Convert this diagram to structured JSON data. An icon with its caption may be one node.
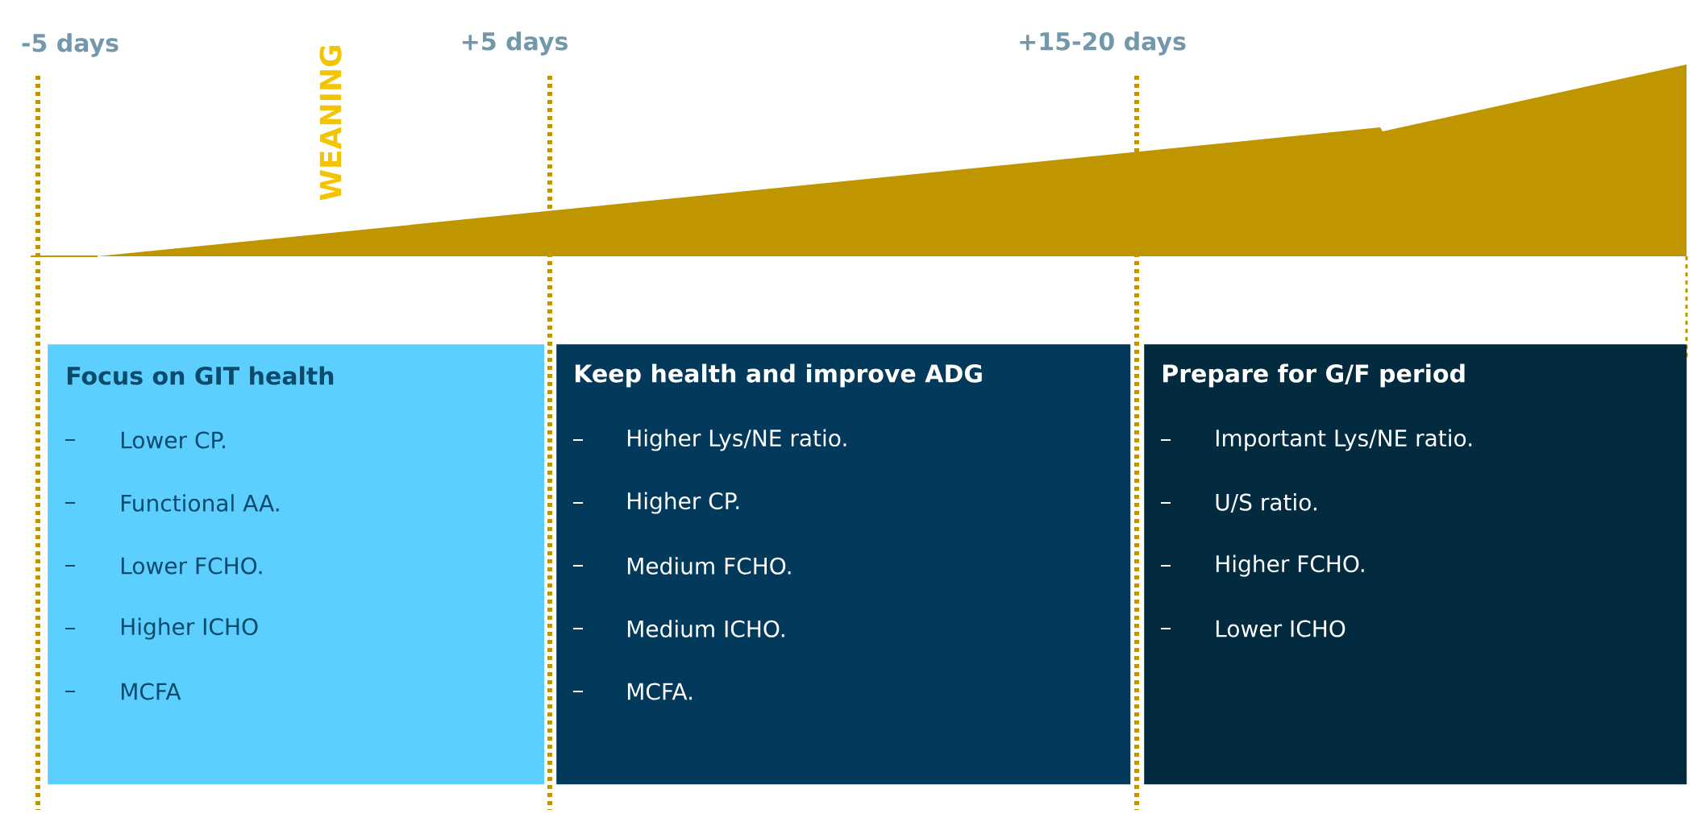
{
  "diagram": {
    "nodes": [
      {
        "text": [
          "Focus on GIT health",
          "Lower CP.",
          "Functional AA.",
          "Lower FCHO.",
          "Higher ICHO",
          "MCFA"
        ]
      },
      {
        "text": [
          "Keep health and improve ADG",
          "Higher Lys/NE ratio.",
          "Higher CP.",
          "Medium FCHO.",
          "Medium ICHO.",
          "MCFA."
        ]
      },
      {
        "text": [
          "Prepare for G/F period",
          "Important Lys/NE ratio.",
          "U/S ratio.",
          "Higher FCHO.",
          "Lower ICHO"
        ]
      }
    ],
    "labels": [
      "-5 days",
      "WEANING",
      "+5 days",
      "+15-20 days"
    ]
  }
}
